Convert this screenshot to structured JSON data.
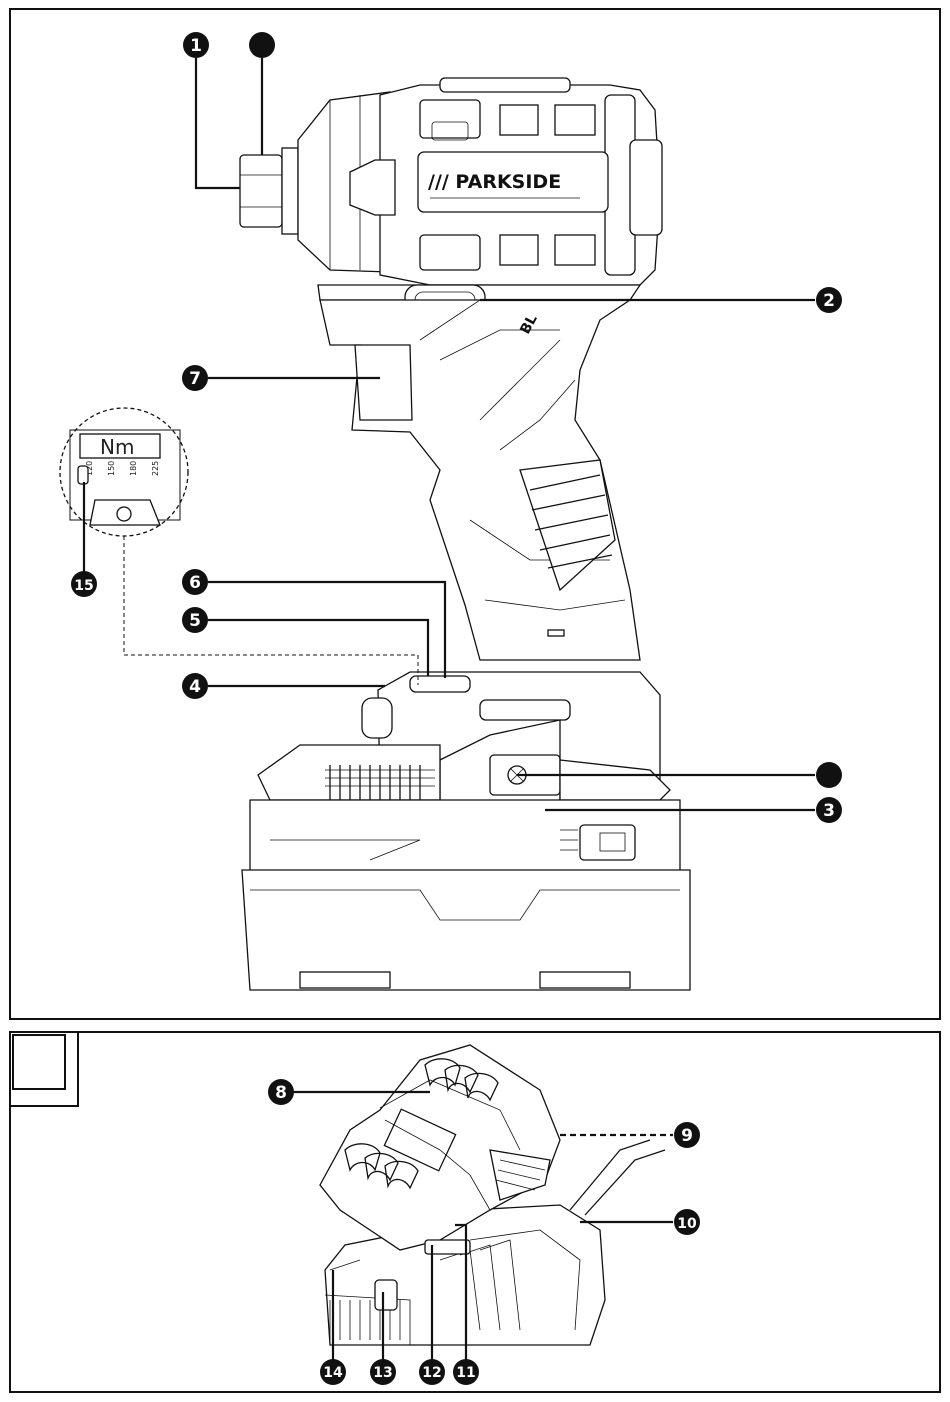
{
  "figure_a": {
    "brand_text": "/// PARKSIDE",
    "bl_text": "BL",
    "torque_unit": "Nm",
    "torque_values": [
      "120",
      "150",
      "180",
      "225"
    ],
    "callouts": [
      "1",
      "",
      "2",
      "7",
      "15",
      "6",
      "5",
      "4",
      "",
      "3"
    ]
  },
  "figure_b": {
    "corner_label": "",
    "callouts": [
      "8",
      "9",
      "10",
      "14",
      "13",
      "12",
      "11"
    ]
  }
}
